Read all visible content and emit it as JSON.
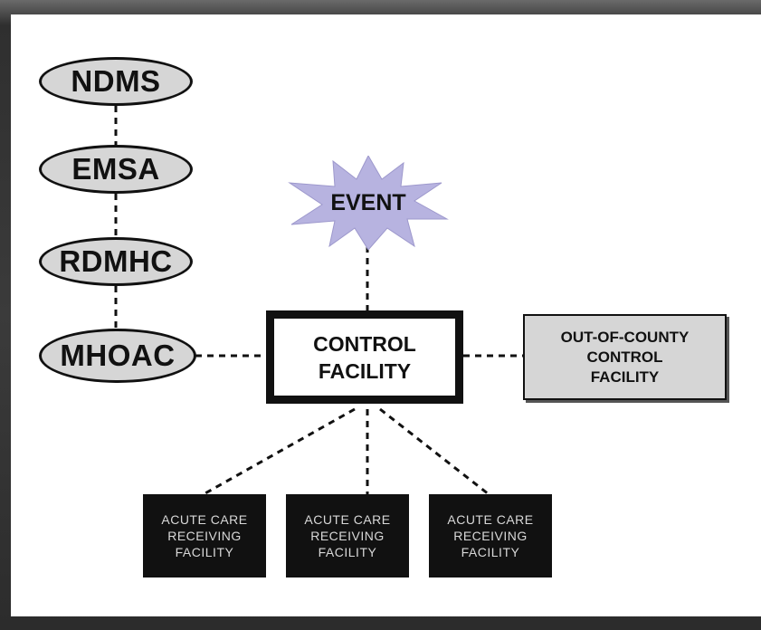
{
  "diagram": {
    "agencies": [
      {
        "label": "NDMS"
      },
      {
        "label": "EMSA"
      },
      {
        "label": "RDMHC"
      },
      {
        "label": "MHOAC"
      }
    ],
    "event": {
      "label": "EVENT"
    },
    "control_facility": {
      "line1": "CONTROL",
      "line2": "FACILITY"
    },
    "out_of_county": {
      "line1": "OUT-OF-COUNTY",
      "line2": "CONTROL",
      "line3": "FACILITY"
    },
    "receiving_facilities": [
      {
        "line1": "ACUTE CARE",
        "line2": "RECEIVING",
        "line3": "FACILITY"
      },
      {
        "line1": "ACUTE CARE",
        "line2": "RECEIVING",
        "line3": "FACILITY"
      },
      {
        "line1": "ACUTE CARE",
        "line2": "RECEIVING",
        "line3": "FACILITY"
      }
    ],
    "colors": {
      "frame": "#3b3b3b",
      "background": "#ffffff",
      "oval_fill": "#d6d6d6",
      "event_fill": "#b7b3e0",
      "acute_fill": "#111111",
      "acute_text": "#d8d8d8"
    }
  }
}
